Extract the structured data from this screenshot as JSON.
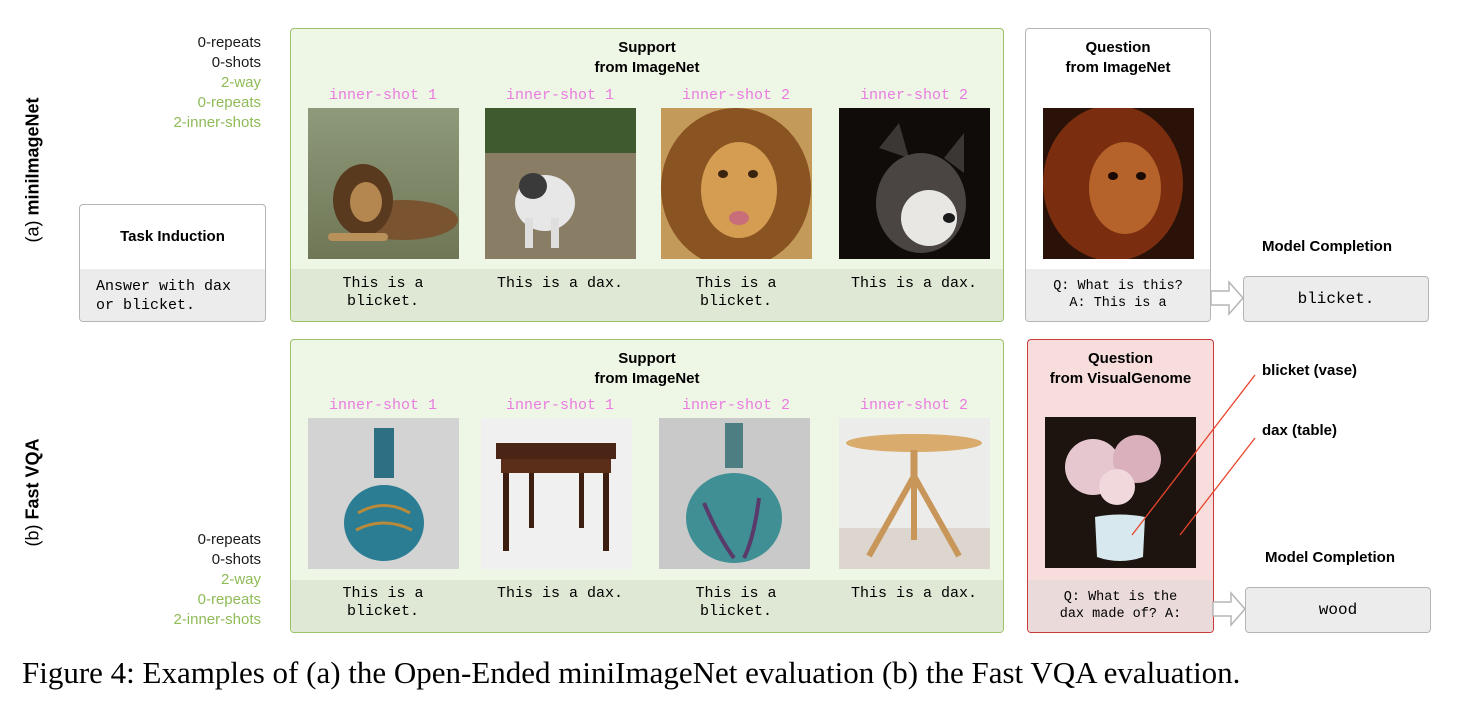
{
  "row_a": {
    "label_prefix": "(a) ",
    "label_bold": "miniImageNet",
    "settings": [
      {
        "text": "0-repeats",
        "color": "#1a1a1a"
      },
      {
        "text": "0-shots",
        "color": "#1a1a1a"
      },
      {
        "text": "2-way",
        "color": "#8fbb57"
      },
      {
        "text": "0-repeats",
        "color": "#8fbb57"
      },
      {
        "text": "2-inner-shots",
        "color": "#8fbb57"
      }
    ],
    "task": {
      "title": "Task Induction",
      "text": "Answer with dax\nor blicket."
    },
    "support": {
      "title": "Support\nfrom ImageNet",
      "shots": [
        {
          "label": "inner-shot 1",
          "caption": "This is a\nblicket.",
          "image": "lion-photo"
        },
        {
          "label": "inner-shot 1",
          "caption": "This is a dax.",
          "image": "husky-dog-photo"
        },
        {
          "label": "inner-shot 2",
          "caption": "This is a\nblicket.",
          "image": "lion-face-photo"
        },
        {
          "label": "inner-shot 2",
          "caption": "This is a dax.",
          "image": "husky-portrait-photo"
        }
      ]
    },
    "question": {
      "title": "Question\nfrom ImageNet",
      "text": "Q: What is this?\nA: This is a",
      "image": "lion-question-photo"
    },
    "completion": {
      "label": "Model Completion",
      "value": "blicket."
    }
  },
  "row_b": {
    "label_prefix": "(b) ",
    "label_bold": "Fast VQA",
    "settings": [
      {
        "text": "0-repeats",
        "color": "#1a1a1a"
      },
      {
        "text": "0-shots",
        "color": "#1a1a1a"
      },
      {
        "text": "2-way",
        "color": "#8fbb57"
      },
      {
        "text": "0-repeats",
        "color": "#8fbb57"
      },
      {
        "text": "2-inner-shots",
        "color": "#8fbb57"
      }
    ],
    "support": {
      "title": "Support\nfrom ImageNet",
      "shots": [
        {
          "label": "inner-shot 1",
          "caption": "This is a\nblicket.",
          "image": "ornate-vase-photo"
        },
        {
          "label": "inner-shot 1",
          "caption": "This is a dax.",
          "image": "wooden-table-photo"
        },
        {
          "label": "inner-shot 2",
          "caption": "This is a\nblicket.",
          "image": "glass-vase-photo"
        },
        {
          "label": "inner-shot 2",
          "caption": "This is a dax.",
          "image": "round-table-photo"
        }
      ]
    },
    "question": {
      "title": "Question\nfrom VisualGenome",
      "text": "Q: What is the\ndax made of? A:",
      "image": "flowers-vase-photo"
    },
    "annotations": [
      "blicket (vase)",
      "dax (table)"
    ],
    "completion": {
      "label": "Model Completion",
      "value": "wood"
    }
  },
  "figure_caption": "Figure 4: Examples of (a) the Open-Ended miniImageNet evaluation (b) the Fast VQA evaluation.",
  "colors": {
    "support_border": "#9cc26a",
    "support_bg": "#eef6e5",
    "shot_label": "#ea7ce0",
    "vqa_border": "#c93a3a",
    "annotation_line": "#e8452c"
  }
}
